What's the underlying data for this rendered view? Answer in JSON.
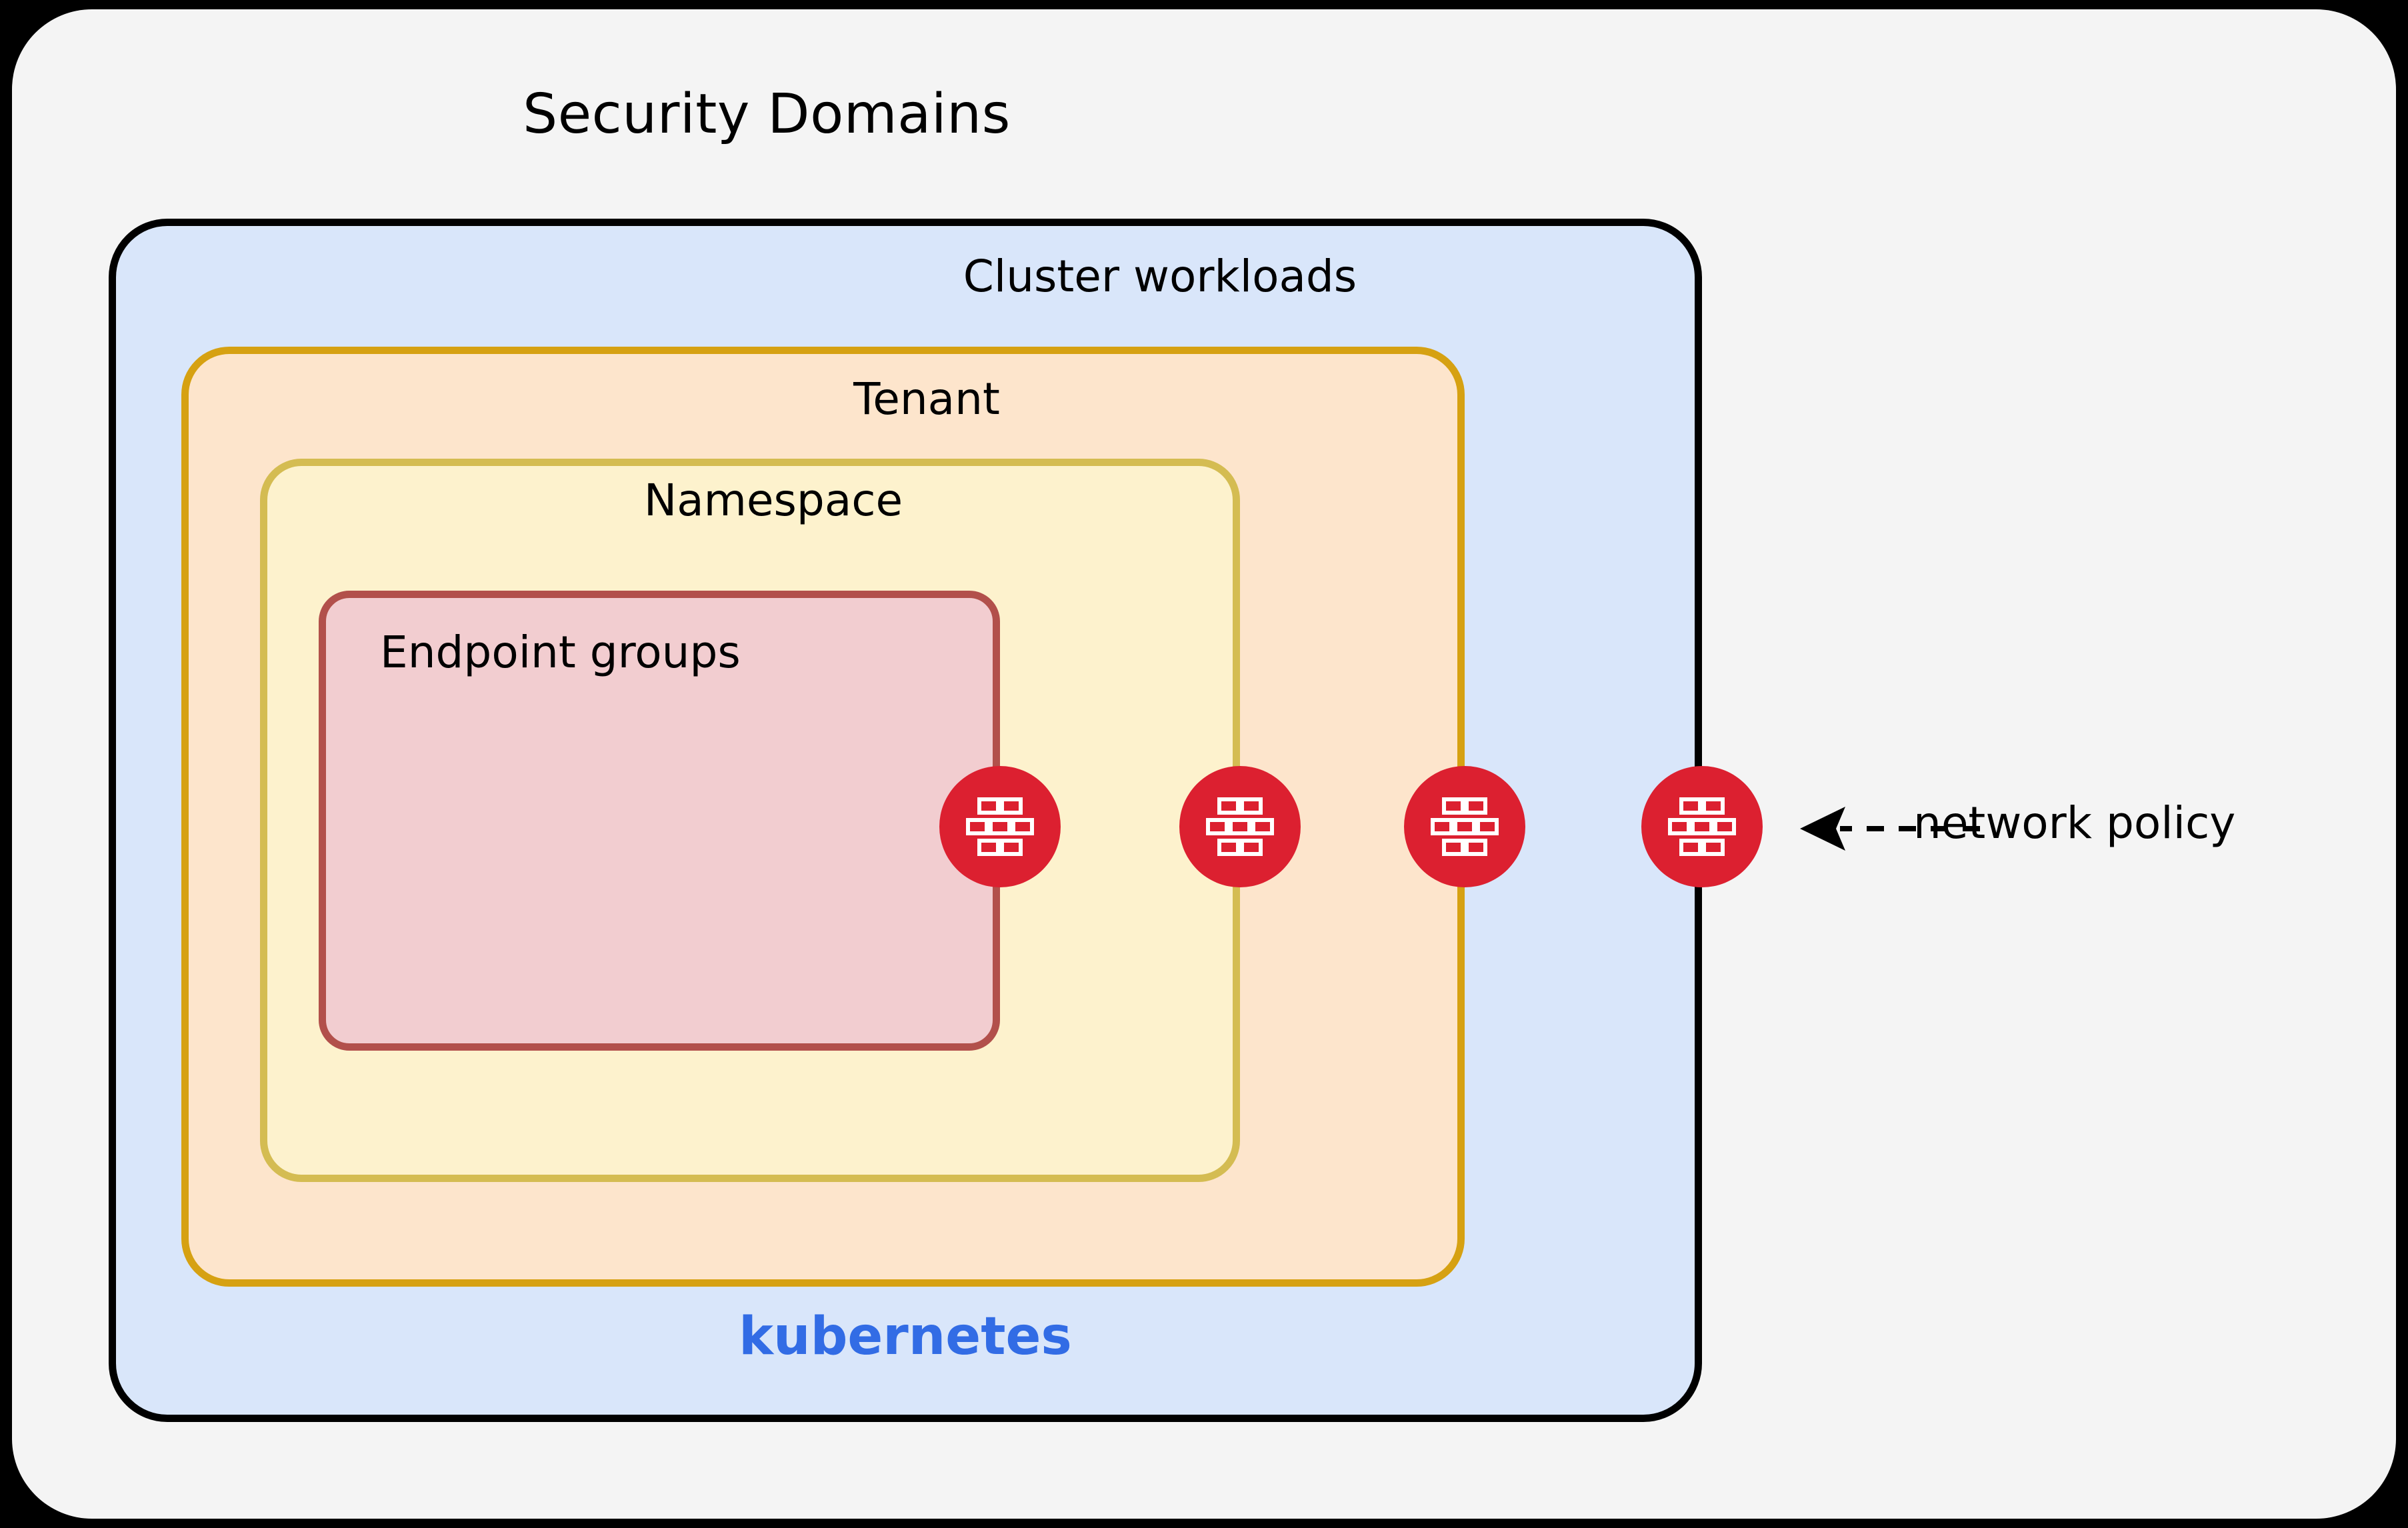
{
  "diagram": {
    "title": "Security Domains",
    "background_color": "#000000",
    "panel_color": "#f4f4f4",
    "layers": [
      {
        "id": "cluster-workloads",
        "label": "Cluster workloads",
        "fill": "#d9e6fa",
        "stroke": "#000000",
        "label_align": "top-right"
      },
      {
        "id": "tenant",
        "label": "Tenant",
        "fill": "#fde5cc",
        "stroke": "#d6a112",
        "label_align": "top-right"
      },
      {
        "id": "namespace",
        "label": "Namespace",
        "fill": "#fdf2cd",
        "stroke": "#d4bc52",
        "label_align": "top-right"
      },
      {
        "id": "endpoint-groups",
        "label": "Endpoint groups",
        "fill": "#f2cdd0",
        "stroke": "#b2504b",
        "label_align": "top-left"
      }
    ],
    "brand": {
      "label": "kubernetes",
      "color": "#326ce5"
    },
    "firewalls": [
      {
        "id": "firewall-endpoint-groups",
        "icon": "firewall-brick-icon",
        "on_boundary": "endpoint-groups",
        "color": "#dc2030"
      },
      {
        "id": "firewall-namespace",
        "icon": "firewall-brick-icon",
        "on_boundary": "namespace",
        "color": "#dc2030"
      },
      {
        "id": "firewall-tenant",
        "icon": "firewall-brick-icon",
        "on_boundary": "tenant",
        "color": "#dc2030"
      },
      {
        "id": "firewall-cluster-workloads",
        "icon": "firewall-brick-icon",
        "on_boundary": "cluster-workloads",
        "color": "#dc2030"
      }
    ],
    "annotation": {
      "label": "network policy",
      "arrow": "dashed-arrow-left-icon",
      "points_to": "firewall-cluster-workloads"
    }
  }
}
